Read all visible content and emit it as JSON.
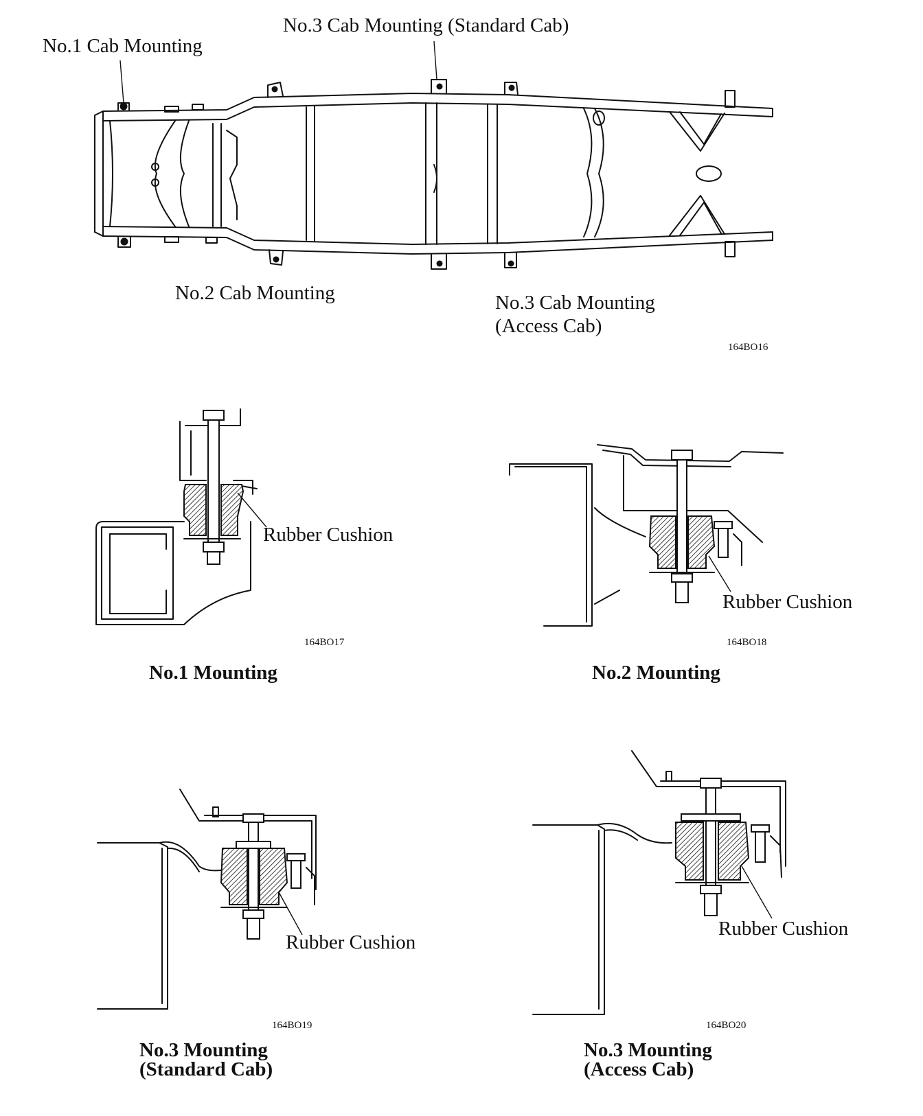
{
  "top_view": {
    "labels": {
      "no1": "No.1 Cab Mounting",
      "no3_standard": "No.3 Cab Mounting (Standard Cab)",
      "no2": "No.2 Cab Mounting",
      "no3_access_line1": "No.3 Cab Mounting",
      "no3_access_line2": "(Access Cab)"
    },
    "code": "164BO16"
  },
  "details": [
    {
      "id": "no1",
      "callout": "Rubber Cushion",
      "code": "164BO17",
      "caption_line1": "No.1 Mounting",
      "caption_line2": ""
    },
    {
      "id": "no2",
      "callout": "Rubber Cushion",
      "code": "164BO18",
      "caption_line1": "No.2 Mounting",
      "caption_line2": ""
    },
    {
      "id": "no3_standard",
      "callout": "Rubber Cushion",
      "code": "164BO19",
      "caption_line1": "No.3 Mounting",
      "caption_line2": "(Standard Cab)"
    },
    {
      "id": "no3_access",
      "callout": "Rubber Cushion",
      "code": "164BO20",
      "caption_line1": "No.3 Mounting",
      "caption_line2": "(Access Cab)"
    }
  ]
}
